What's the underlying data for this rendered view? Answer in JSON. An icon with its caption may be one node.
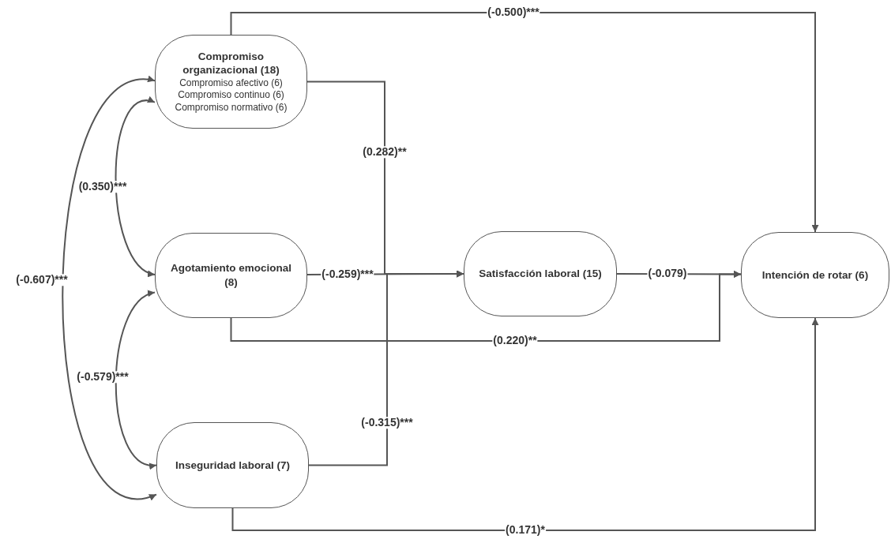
{
  "diagram": {
    "nodes": [
      {
        "text": [
          "Compromiso organizacional (18)",
          "Compromiso afectivo (6)",
          "Compromiso continuo (6)",
          "Compromiso normativo (6)"
        ]
      },
      {
        "text": [
          "Agotamiento emocional (8)"
        ]
      },
      {
        "text": [
          "Satisfacción laboral (15)"
        ]
      },
      {
        "text": [
          "Intención de rotar (6)"
        ]
      },
      {
        "text": [
          "Inseguridad laboral (7)"
        ]
      }
    ],
    "edges": [
      {
        "from": 0,
        "to": 3,
        "arrow": "to",
        "label": "(-0.500)***"
      },
      {
        "from": 0,
        "to": 2,
        "arrow": "to",
        "label": "(0.282)**"
      },
      {
        "from": 1,
        "to": 2,
        "arrow": "to",
        "label": "(-0.259)***"
      },
      {
        "from": 4,
        "to": 2,
        "arrow": "to",
        "label": "(-0.315)***"
      },
      {
        "from": 2,
        "to": 3,
        "arrow": "to",
        "label": "(-0.079)"
      },
      {
        "from": 1,
        "to": 3,
        "arrow": "to",
        "label": "(0.220)**"
      },
      {
        "from": 4,
        "to": 3,
        "arrow": "to",
        "label": "(0.171)*"
      },
      {
        "from": 0,
        "to": 1,
        "arrow": "both",
        "label": "(0.350)***"
      },
      {
        "from": 1,
        "to": 4,
        "arrow": "both",
        "label": "(-0.579)***"
      },
      {
        "from": 0,
        "to": 4,
        "arrow": "both",
        "label": "(-0.607)***"
      }
    ]
  }
}
